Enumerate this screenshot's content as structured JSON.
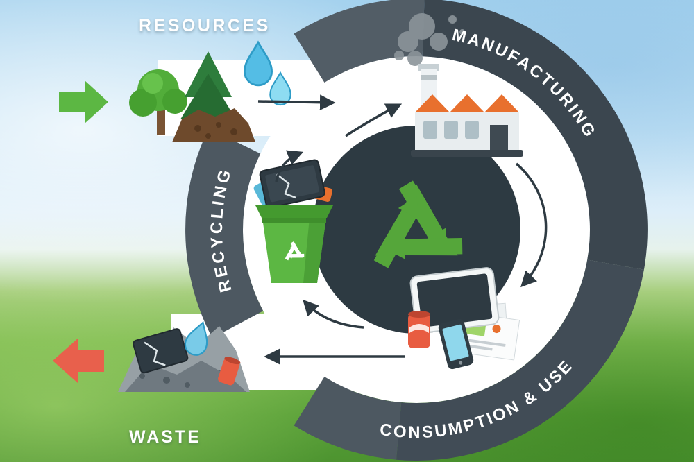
{
  "diagram": {
    "labels": {
      "resources": "RESOURCES",
      "manufacturing": "MANUFACTURING",
      "recycling": "RECYCLING",
      "consumption_use": "CONSUMPTION & USE",
      "waste": "WASTE"
    },
    "colors": {
      "ring_dark": "#3B464F",
      "ring_light": "#525D66",
      "core_dark": "#2D3A42",
      "band_white": "#FFFFFF",
      "recycle_green": "#55A63A",
      "input_arrow": "#5CB743",
      "output_arrow": "#E8604C",
      "flow_arrow": "#2E3A42"
    },
    "icons": {
      "resources": "trees-soil-water-drops",
      "manufacturing": "factory-with-smoke",
      "consumption": "electronic-devices-and-can",
      "recycling": "green-recycle-bin-with-ewaste",
      "waste": "gray-waste-pile",
      "center": "recycle-arrows-symbol"
    }
  }
}
